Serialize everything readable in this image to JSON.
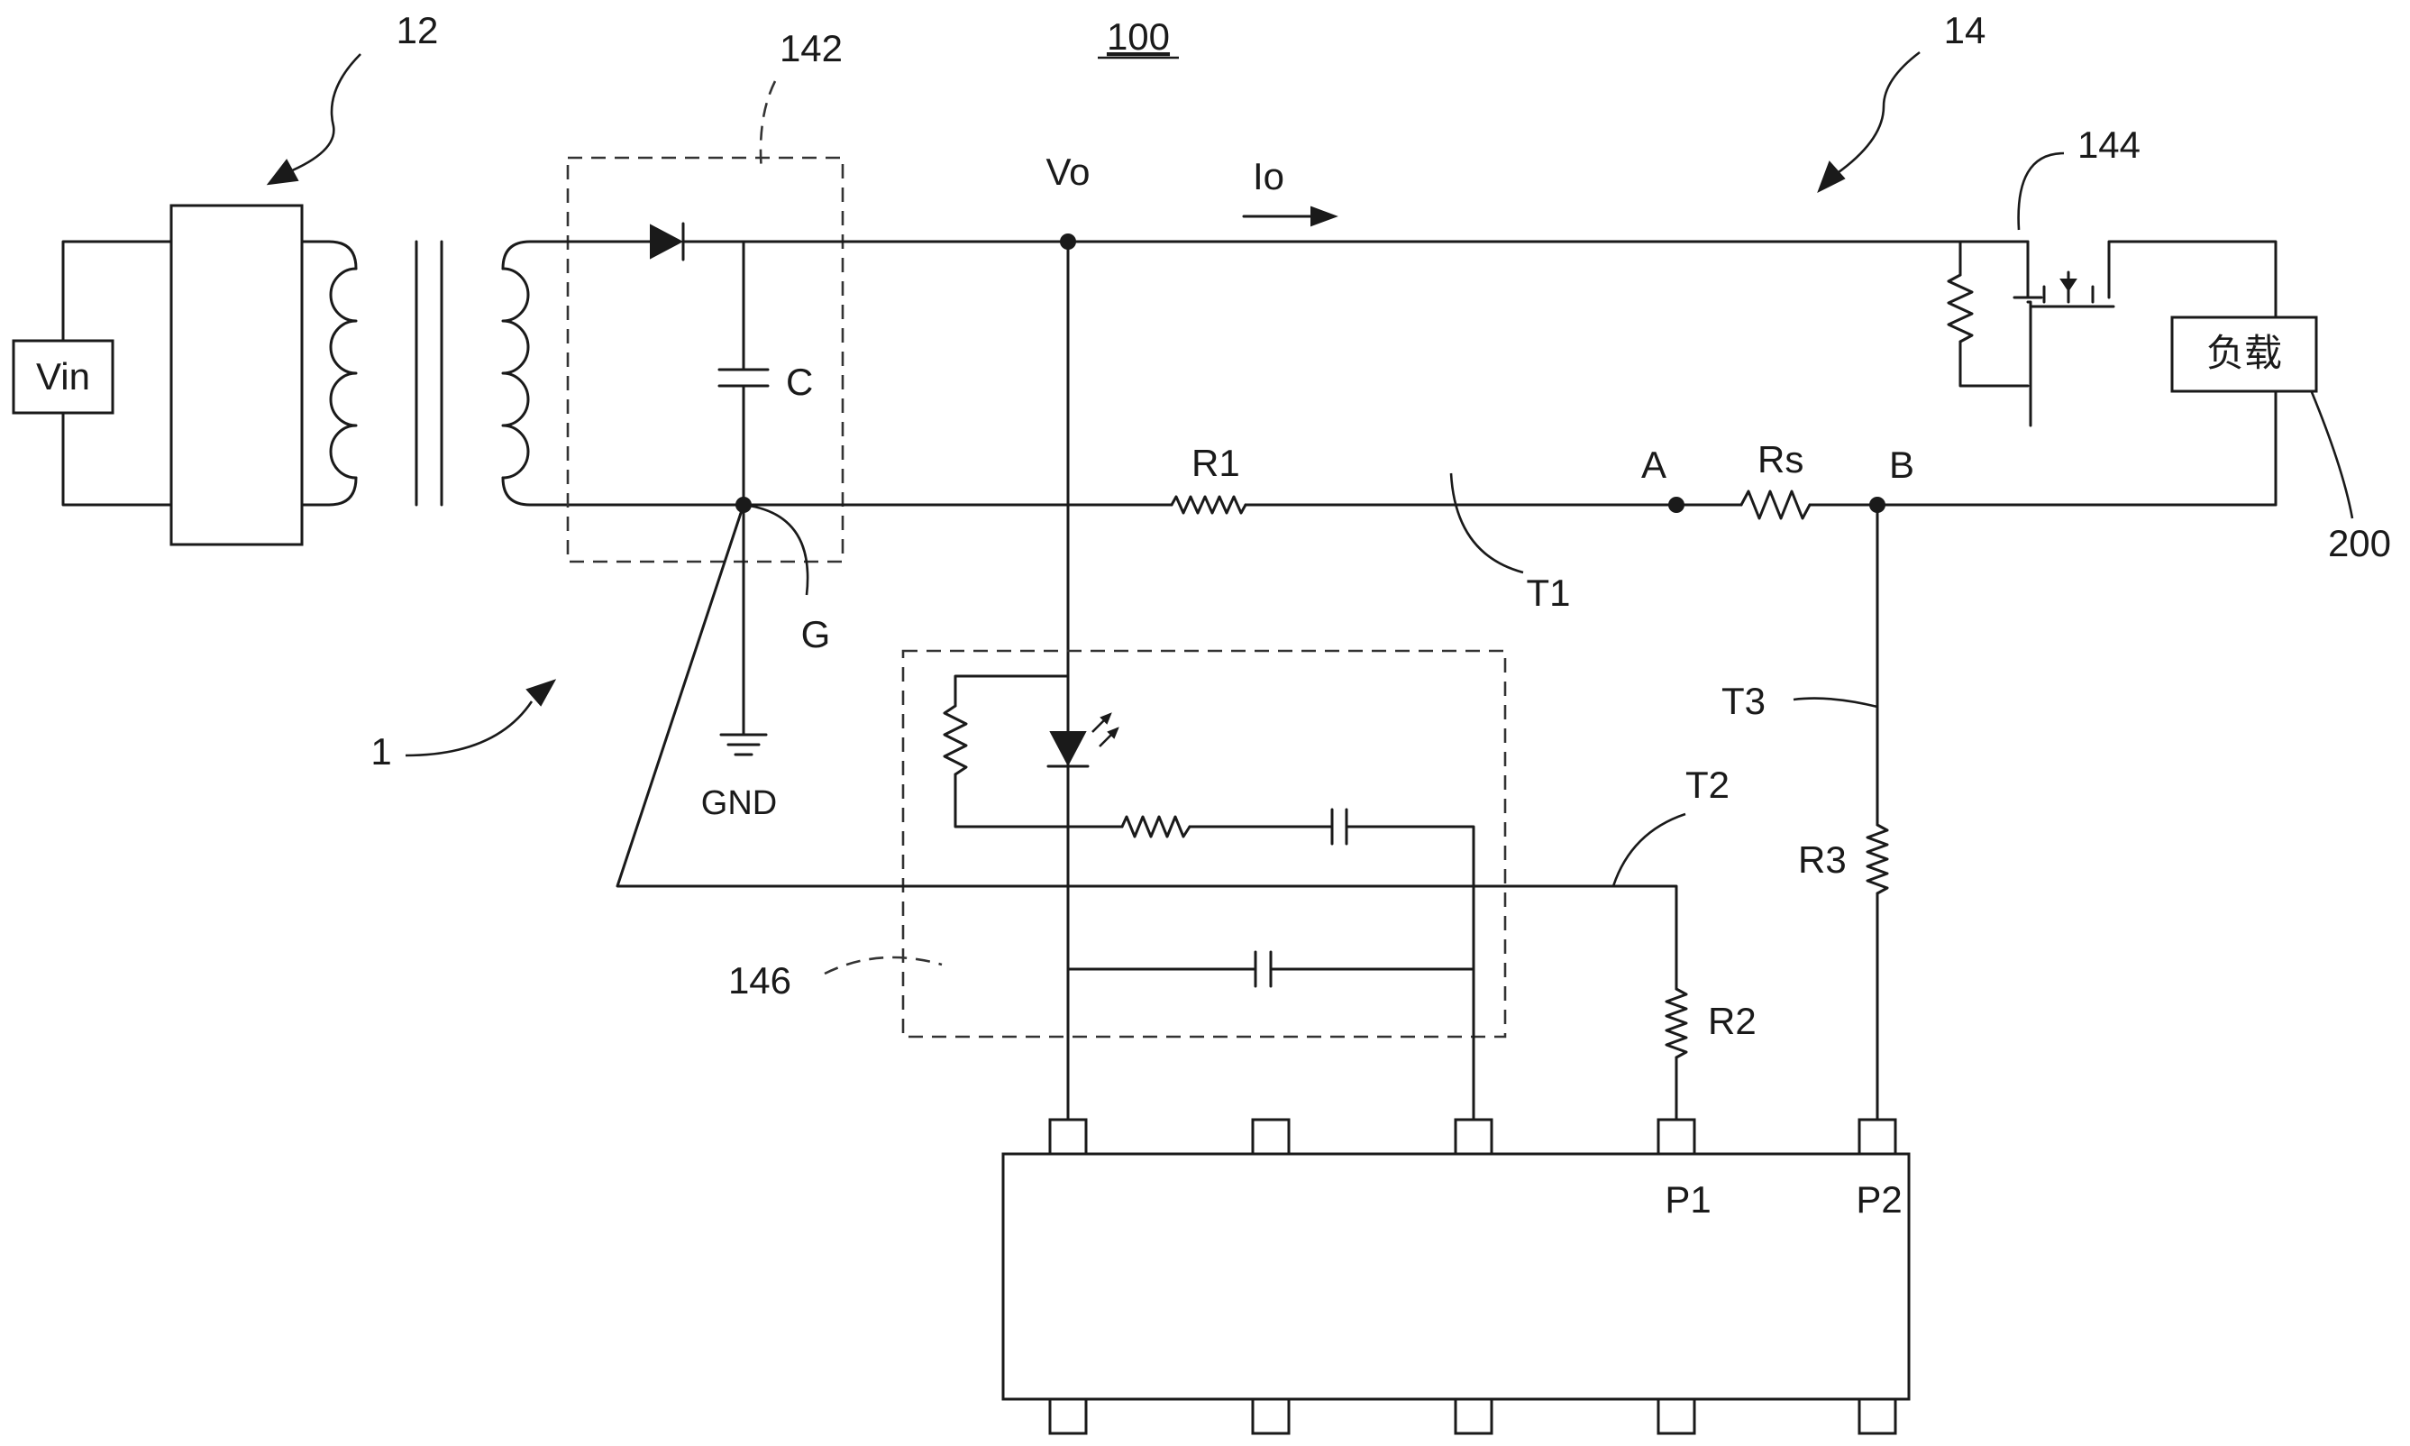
{
  "figure_number": "100",
  "blocks": {
    "input": "Vin",
    "load": "负载"
  },
  "reference_numerals": {
    "n1": "1",
    "n12": "12",
    "n14": "14",
    "n142": "142",
    "n144": "144",
    "n146": "146",
    "n200": "200"
  },
  "nodes": {
    "vo": "Vo",
    "io": "Io",
    "g": "G",
    "gnd": "GND",
    "a": "A",
    "b": "B"
  },
  "components": {
    "c": "C",
    "r1": "R1",
    "rs": "Rs",
    "r2": "R2",
    "r3": "R3"
  },
  "traces": {
    "t1": "T1",
    "t2": "T2",
    "t3": "T3"
  },
  "pins": {
    "p1": "P1",
    "p2": "P2"
  }
}
